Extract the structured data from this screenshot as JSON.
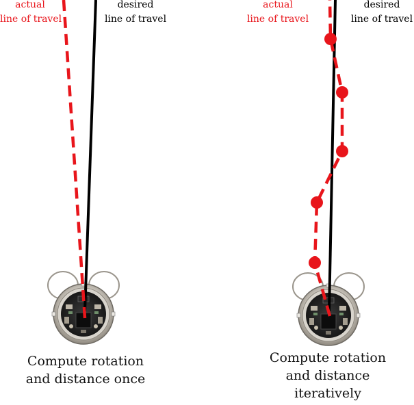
{
  "colors": {
    "actual": "#e8151b",
    "desired": "#000000",
    "text": "#111111"
  },
  "panels": [
    {
      "actual_label": [
        "actual",
        "line of travel"
      ],
      "desired_label": [
        "desired",
        "line of travel"
      ],
      "caption": [
        "Compute rotation",
        "and distance once"
      ]
    },
    {
      "actual_label": [
        "actual",
        "line of travel"
      ],
      "desired_label": [
        "desired",
        "line of travel"
      ],
      "caption": [
        "Compute rotation",
        "and distance",
        "iteratively"
      ]
    }
  ]
}
